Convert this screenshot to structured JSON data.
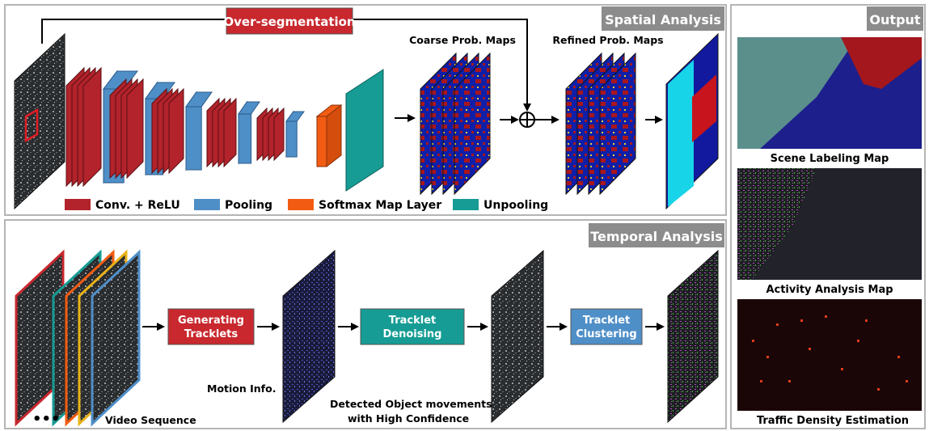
{
  "spatial": {
    "title": "Spatial Analysis",
    "overseg_label": "Over-segmentation",
    "coarse_label": "Coarse Prob. Maps",
    "refined_label": "Refined Prob. Maps",
    "legend": [
      {
        "label": "Conv. + ReLU",
        "color": "#b2232b"
      },
      {
        "label": "Pooling",
        "color": "#4f8fc8"
      },
      {
        "label": "Softmax Map Layer",
        "color": "#f25c12"
      },
      {
        "label": "Unpooling",
        "color": "#169c94"
      }
    ]
  },
  "temporal": {
    "title": "Temporal Analysis",
    "video_label": "Video Sequence",
    "ellipsis": "•••",
    "step1_line1": "Generating",
    "step1_line2": "Tracklets",
    "motion_label": "Motion Info.",
    "step2_line1": "Tracklet",
    "step2_line2": "Denoising",
    "detected_line1": "Detected Object movements",
    "detected_line2": "with High Confidence",
    "step3_line1": "Tracklet",
    "step3_line2": "Clustering"
  },
  "output": {
    "title": "Output",
    "maps": [
      {
        "label": "Scene Labeling Map"
      },
      {
        "label": "Activity Analysis Map"
      },
      {
        "label": "Traffic Density Estimation"
      }
    ]
  },
  "colors": {
    "conv": "#b2232b",
    "pool": "#4f8fc8",
    "softmax": "#f25c12",
    "unpool": "#169c94",
    "step_red": "#c8282e",
    "step_teal": "#169c94",
    "step_blue": "#4f8fc8",
    "header_gray": "#8c8c8c"
  }
}
